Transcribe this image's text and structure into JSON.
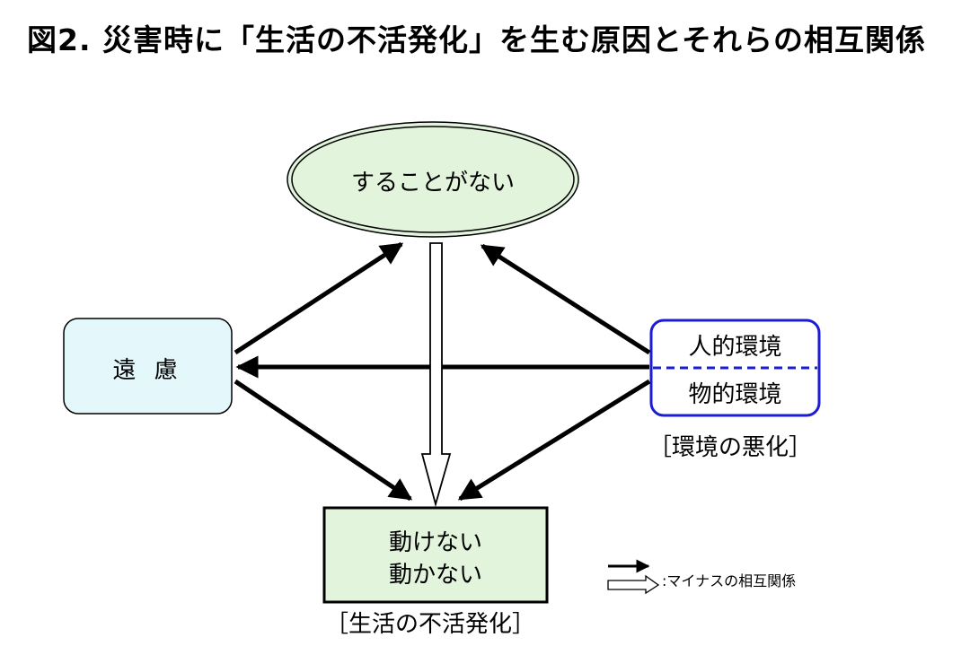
{
  "title": "図2. 災害時に「生活の不活発化」を生む原因とそれらの相互関係",
  "nodes": {
    "top": "することがない",
    "left": "遠 慮",
    "right_upper": "人的環境",
    "right_lower": "物的環境",
    "bottom_line1": "動けない",
    "bottom_line2": "動かない"
  },
  "captions": {
    "environment": "［環境の悪化］",
    "inactivity": "［生活の不活発化］"
  },
  "legend": {
    "negative_relation": ":マイナスの相互関係"
  },
  "colors": {
    "green_fill": "#e2f4dc",
    "cyan_fill": "#e4f8fb",
    "blue_border": "#1c1cd0"
  }
}
